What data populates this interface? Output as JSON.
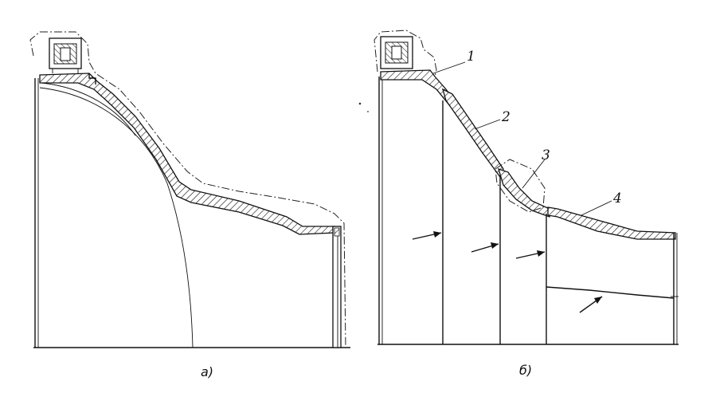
{
  "figure_a": {
    "caption": "а)"
  },
  "figure_b": {
    "caption": "б)",
    "callouts": [
      "1",
      "2",
      "3",
      "4"
    ]
  }
}
